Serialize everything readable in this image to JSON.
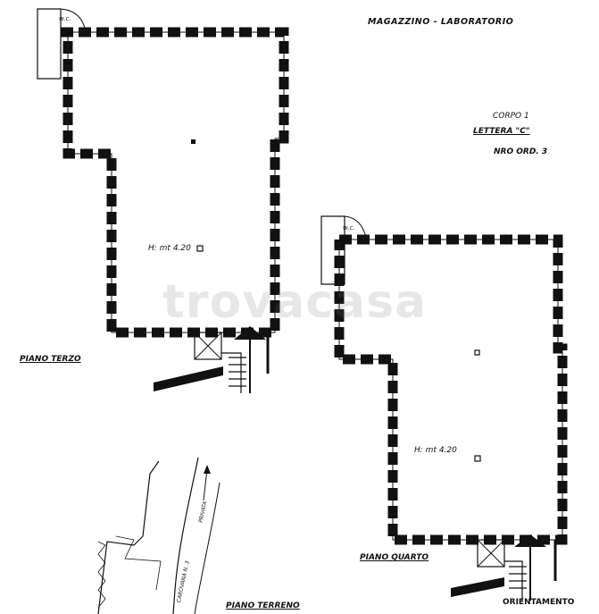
{
  "header": {
    "title": "MAGAZZINO - LABORATORIO",
    "corpo": "CORPO 1",
    "lettera": "LETTERA \"C\"",
    "nro_ord": "NRO ORD. 3"
  },
  "floors": {
    "terzo": {
      "label": "PIANO TERZO",
      "height_label": "H: mt 4.20",
      "wc_label": "w.c."
    },
    "quarto": {
      "label": "PIANO QUARTO",
      "height_label": "H: mt 4.20",
      "wc_label": "w.c."
    },
    "terreno": {
      "label": "PIANO TERRENO"
    }
  },
  "map": {
    "street_label": "PRIVATA",
    "street_label_2": "CAROVANA N. 3"
  },
  "orientation_label": "ORIENTAMENTO",
  "watermark": "trovacasa",
  "colors": {
    "ink": "#111111",
    "wall_gap": "#ffffff"
  }
}
